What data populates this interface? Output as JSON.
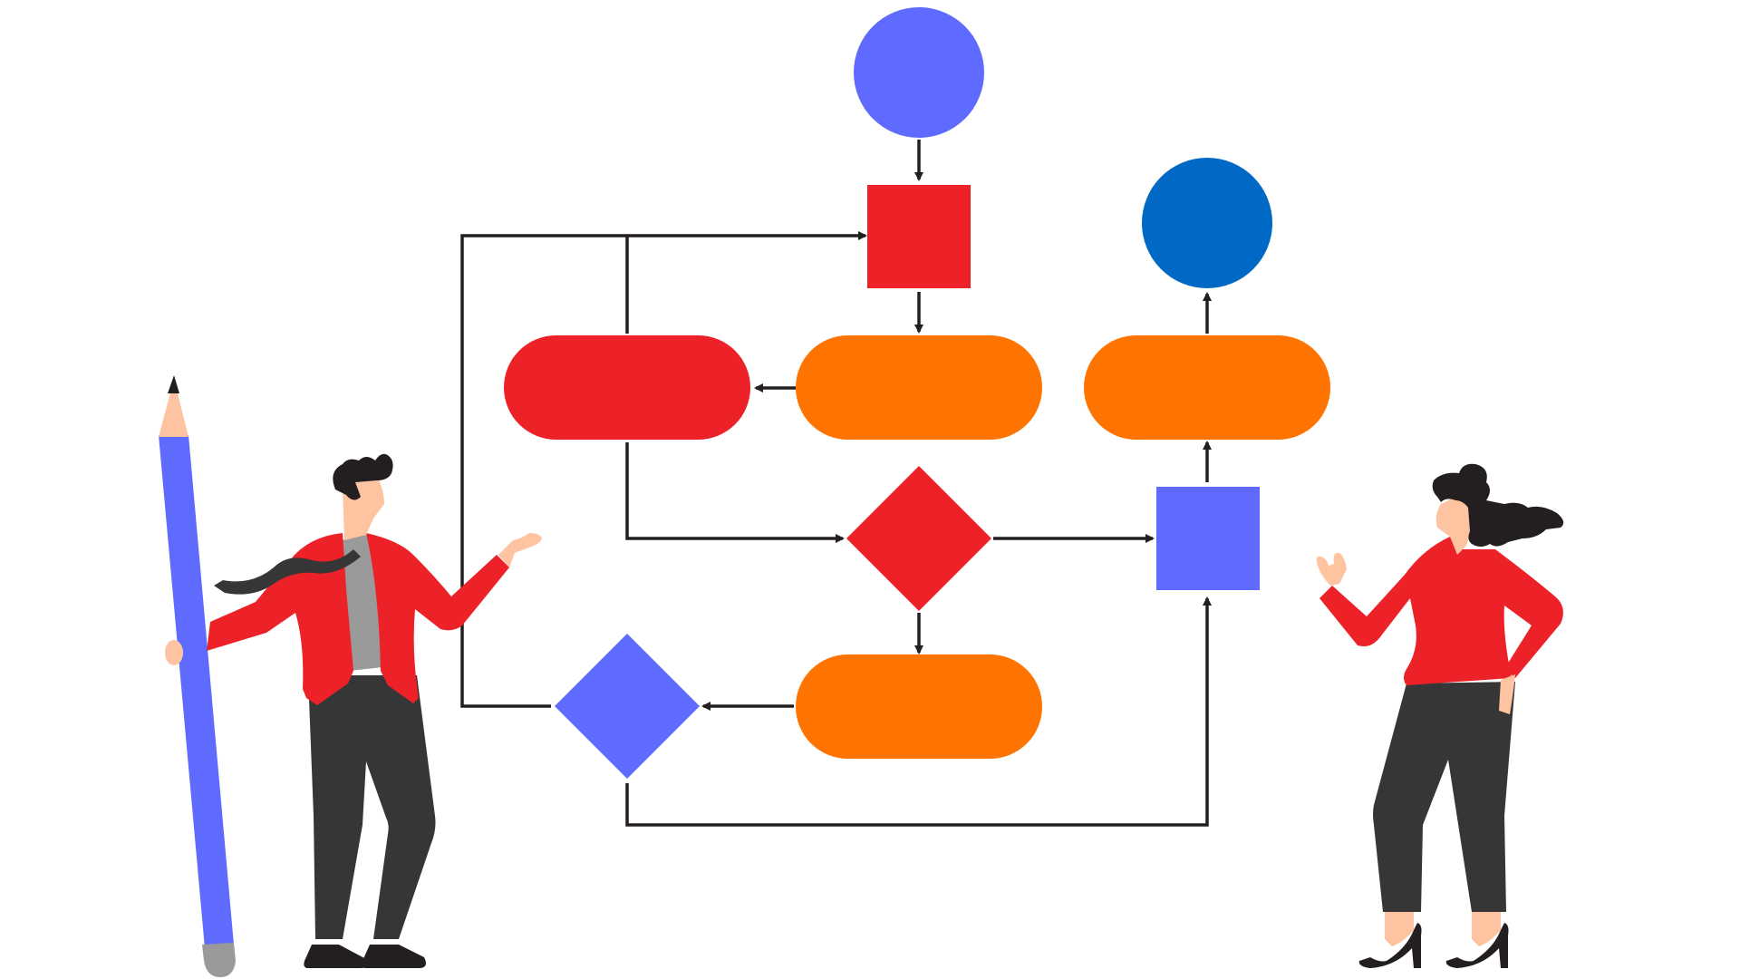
{
  "colors": {
    "periwinkle": "#5F6BFF",
    "blue": "#0068C5",
    "red": "#ED2128",
    "orange": "#FF7401",
    "line": "#231F20",
    "skin": "#FEC4A2",
    "hair": "#231F20",
    "pants": "#363636",
    "shirt": "#9A9A9A",
    "pencil_tip": "#9A9A9A"
  },
  "diagram": {
    "nodes": [
      {
        "id": "start-circle",
        "shape": "circle",
        "color": "periwinkle"
      },
      {
        "id": "process-square-top",
        "shape": "square",
        "color": "red"
      },
      {
        "id": "terminal-pill-center",
        "shape": "pill",
        "color": "orange"
      },
      {
        "id": "terminal-pill-left",
        "shape": "pill",
        "color": "red"
      },
      {
        "id": "decision-diamond-center",
        "shape": "diamond",
        "color": "red"
      },
      {
        "id": "process-square-right",
        "shape": "square",
        "color": "periwinkle"
      },
      {
        "id": "terminal-pill-right",
        "shape": "pill",
        "color": "orange"
      },
      {
        "id": "end-circle",
        "shape": "circle",
        "color": "blue"
      },
      {
        "id": "terminal-pill-bottom",
        "shape": "pill",
        "color": "orange"
      },
      {
        "id": "decision-diamond-left",
        "shape": "diamond",
        "color": "periwinkle"
      }
    ],
    "connectors": [
      {
        "from": "start-circle",
        "to": "process-square-top"
      },
      {
        "from": "process-square-top",
        "to": "terminal-pill-center"
      },
      {
        "from": "terminal-pill-center",
        "to": "terminal-pill-left"
      },
      {
        "from": "terminal-pill-left",
        "to": "process-square-top"
      },
      {
        "from": "terminal-pill-left",
        "to": "decision-diamond-center"
      },
      {
        "from": "decision-diamond-center",
        "to": "process-square-right"
      },
      {
        "from": "decision-diamond-center",
        "to": "terminal-pill-bottom"
      },
      {
        "from": "process-square-right",
        "to": "terminal-pill-right"
      },
      {
        "from": "terminal-pill-right",
        "to": "end-circle"
      },
      {
        "from": "terminal-pill-bottom",
        "to": "decision-diamond-left"
      },
      {
        "from": "decision-diamond-left",
        "to": "process-square-top"
      },
      {
        "from": "decision-diamond-left",
        "to": "process-square-right"
      }
    ]
  },
  "figures": [
    {
      "id": "man-with-pencil",
      "holds": "pencil"
    },
    {
      "id": "woman-presenting",
      "holds": ""
    }
  ]
}
